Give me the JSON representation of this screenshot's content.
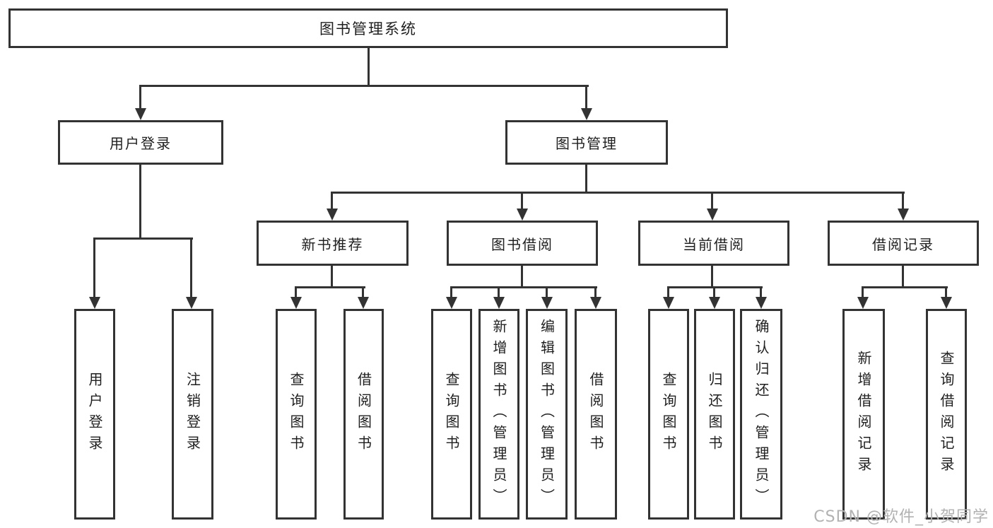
{
  "diagram": {
    "title": "图书管理系统",
    "type": "hierarchy-tree"
  },
  "nodes": {
    "root": "图书管理系统",
    "level2": [
      "用户登录",
      "图书管理"
    ],
    "level3": [
      "新书推荐",
      "图书借阅",
      "当前借阅",
      "借阅记录"
    ],
    "leaves": [
      "用户登录",
      "注销登录",
      "查询图书",
      "借阅图书",
      "查询图书",
      "新增图书（管理员）",
      "编辑图书（管理员）",
      "借阅图书",
      "查询图书",
      "归还图书",
      "确认归还（管理员）",
      "新增借阅记录",
      "查询借阅记录"
    ]
  },
  "edges": [
    {
      "from": "图书管理系统",
      "to": "用户登录"
    },
    {
      "from": "图书管理系统",
      "to": "图书管理"
    },
    {
      "from": "用户登录",
      "to": "用户登录"
    },
    {
      "from": "用户登录",
      "to": "注销登录"
    },
    {
      "from": "图书管理",
      "to": "新书推荐"
    },
    {
      "from": "图书管理",
      "to": "图书借阅"
    },
    {
      "from": "图书管理",
      "to": "当前借阅"
    },
    {
      "from": "图书管理",
      "to": "借阅记录"
    },
    {
      "from": "新书推荐",
      "to": "查询图书"
    },
    {
      "from": "新书推荐",
      "to": "借阅图书"
    },
    {
      "from": "图书借阅",
      "to": "查询图书"
    },
    {
      "from": "图书借阅",
      "to": "新增图书（管理员）"
    },
    {
      "from": "图书借阅",
      "to": "编辑图书（管理员）"
    },
    {
      "from": "图书借阅",
      "to": "借阅图书"
    },
    {
      "from": "当前借阅",
      "to": "查询图书"
    },
    {
      "from": "当前借阅",
      "to": "归还图书"
    },
    {
      "from": "当前借阅",
      "to": "确认归还（管理员）"
    },
    {
      "from": "借阅记录",
      "to": "新增借阅记录"
    },
    {
      "from": "借阅记录",
      "to": "查询借阅记录"
    }
  ],
  "watermark": "CSDN @软件_小贺同学",
  "colors": {
    "line": "#333333",
    "text": "#1f1f1f",
    "background": "#ffffff",
    "watermark": "#b2b2b2"
  }
}
